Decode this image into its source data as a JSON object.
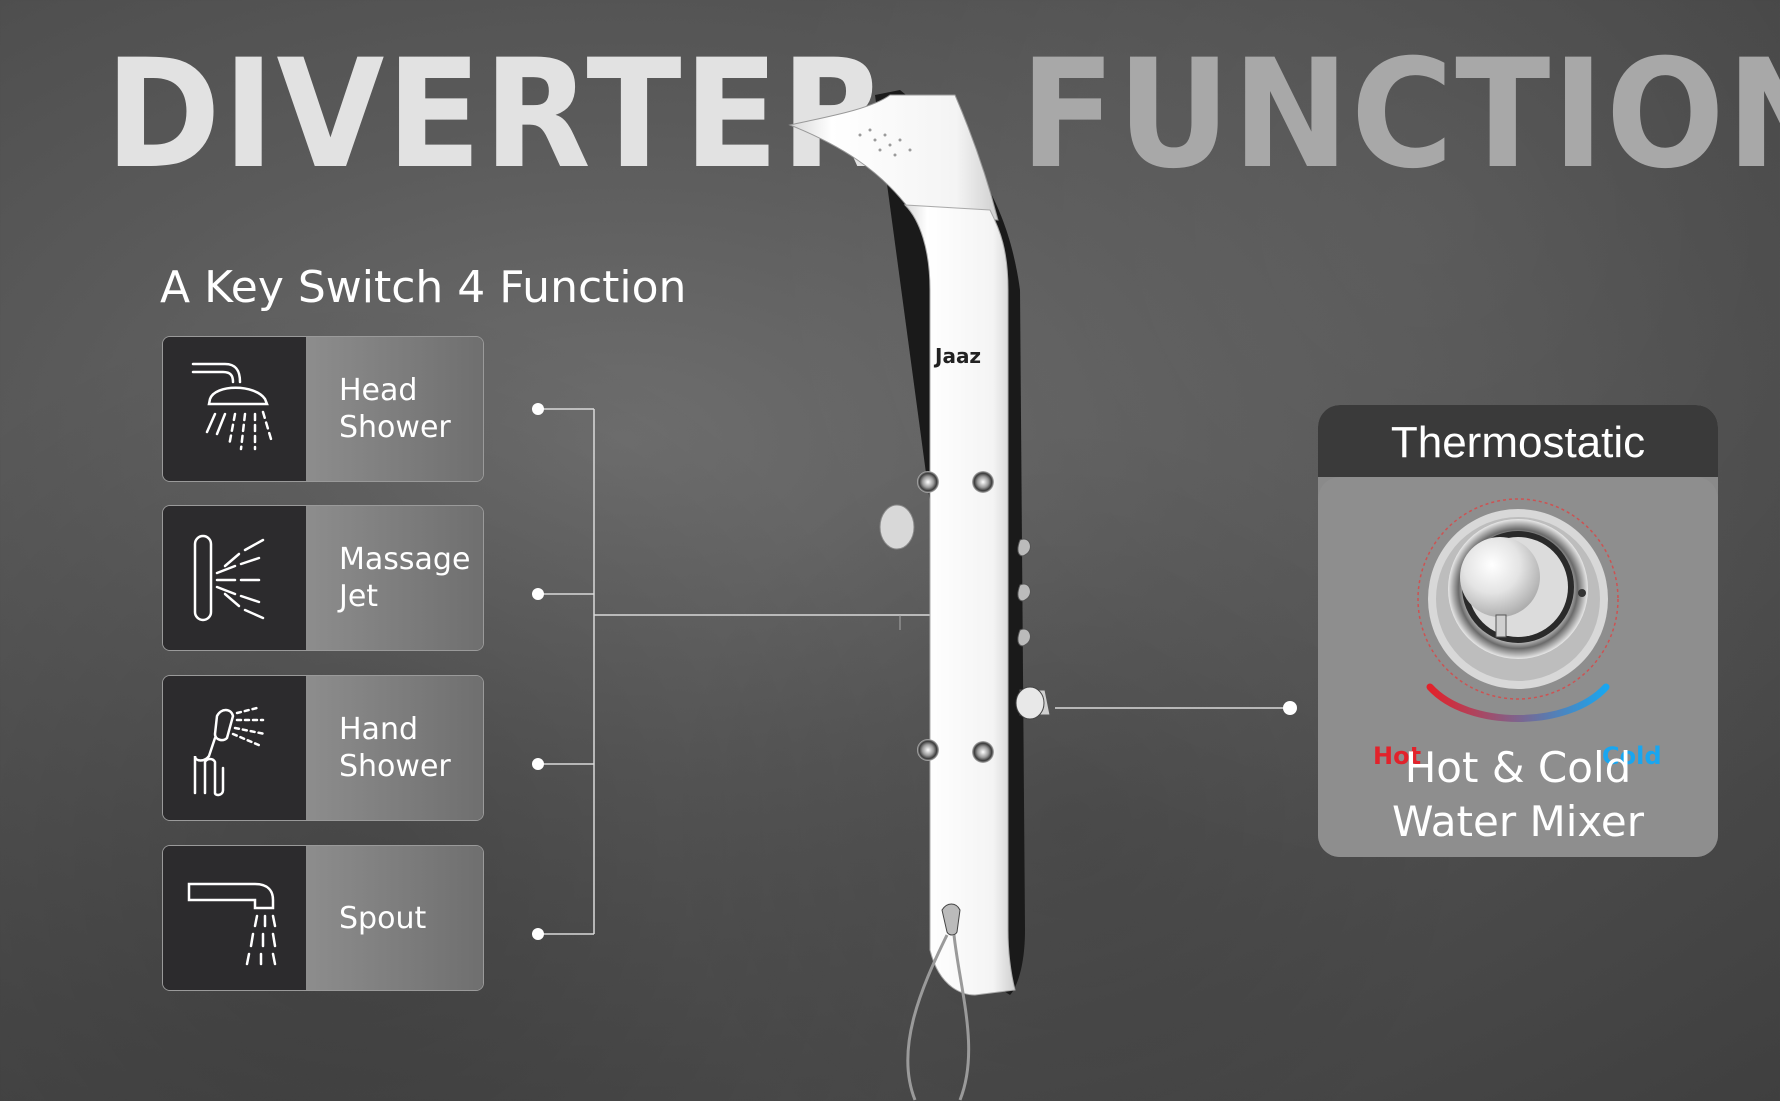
{
  "title": {
    "word1": "DIVERTER",
    "word2": "FUNCTION"
  },
  "subtitle": "A Key Switch 4 Function",
  "functions": [
    {
      "label": "Head\nShower",
      "icon": "head-shower-icon"
    },
    {
      "label": "Massage\nJet",
      "icon": "massage-jet-icon"
    },
    {
      "label": "Hand\nShower",
      "icon": "hand-shower-icon"
    },
    {
      "label": "Spout",
      "icon": "spout-icon"
    }
  ],
  "product": {
    "brand": "Jaaz"
  },
  "thermostatic": {
    "heading": "Thermostatic",
    "hot_label": "Hot",
    "cold_label": "Cold",
    "description": "Hot & Cold\nWater Mixer",
    "hot_color": "#e2222b",
    "cold_color": "#19a6f0"
  }
}
